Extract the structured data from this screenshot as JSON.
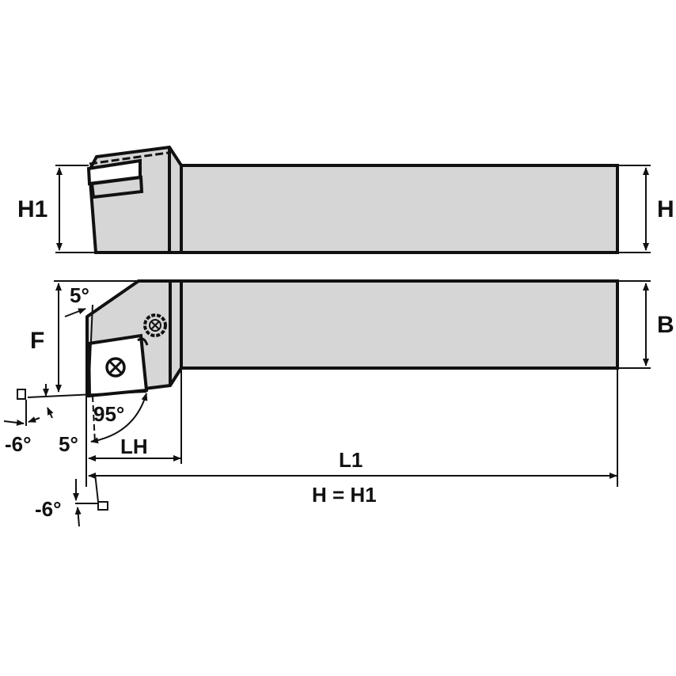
{
  "diagram": {
    "type": "turning-tool-holder technical drawing",
    "views": [
      "side-view",
      "top-view"
    ],
    "colors": {
      "body_fill": "#d6d6d6",
      "line": "#111111",
      "background": "#ffffff"
    }
  },
  "labels": {
    "h1_left": "H1",
    "h_right": "H",
    "b_right": "B",
    "f_left": "F",
    "angle_top": "5°",
    "angle_lead": "95°",
    "angle_clear": "5°",
    "angle_neg_left": "-6°",
    "angle_neg_bottom": "-6°",
    "lh": "LH",
    "l1": "L1",
    "note": "H = H1"
  }
}
